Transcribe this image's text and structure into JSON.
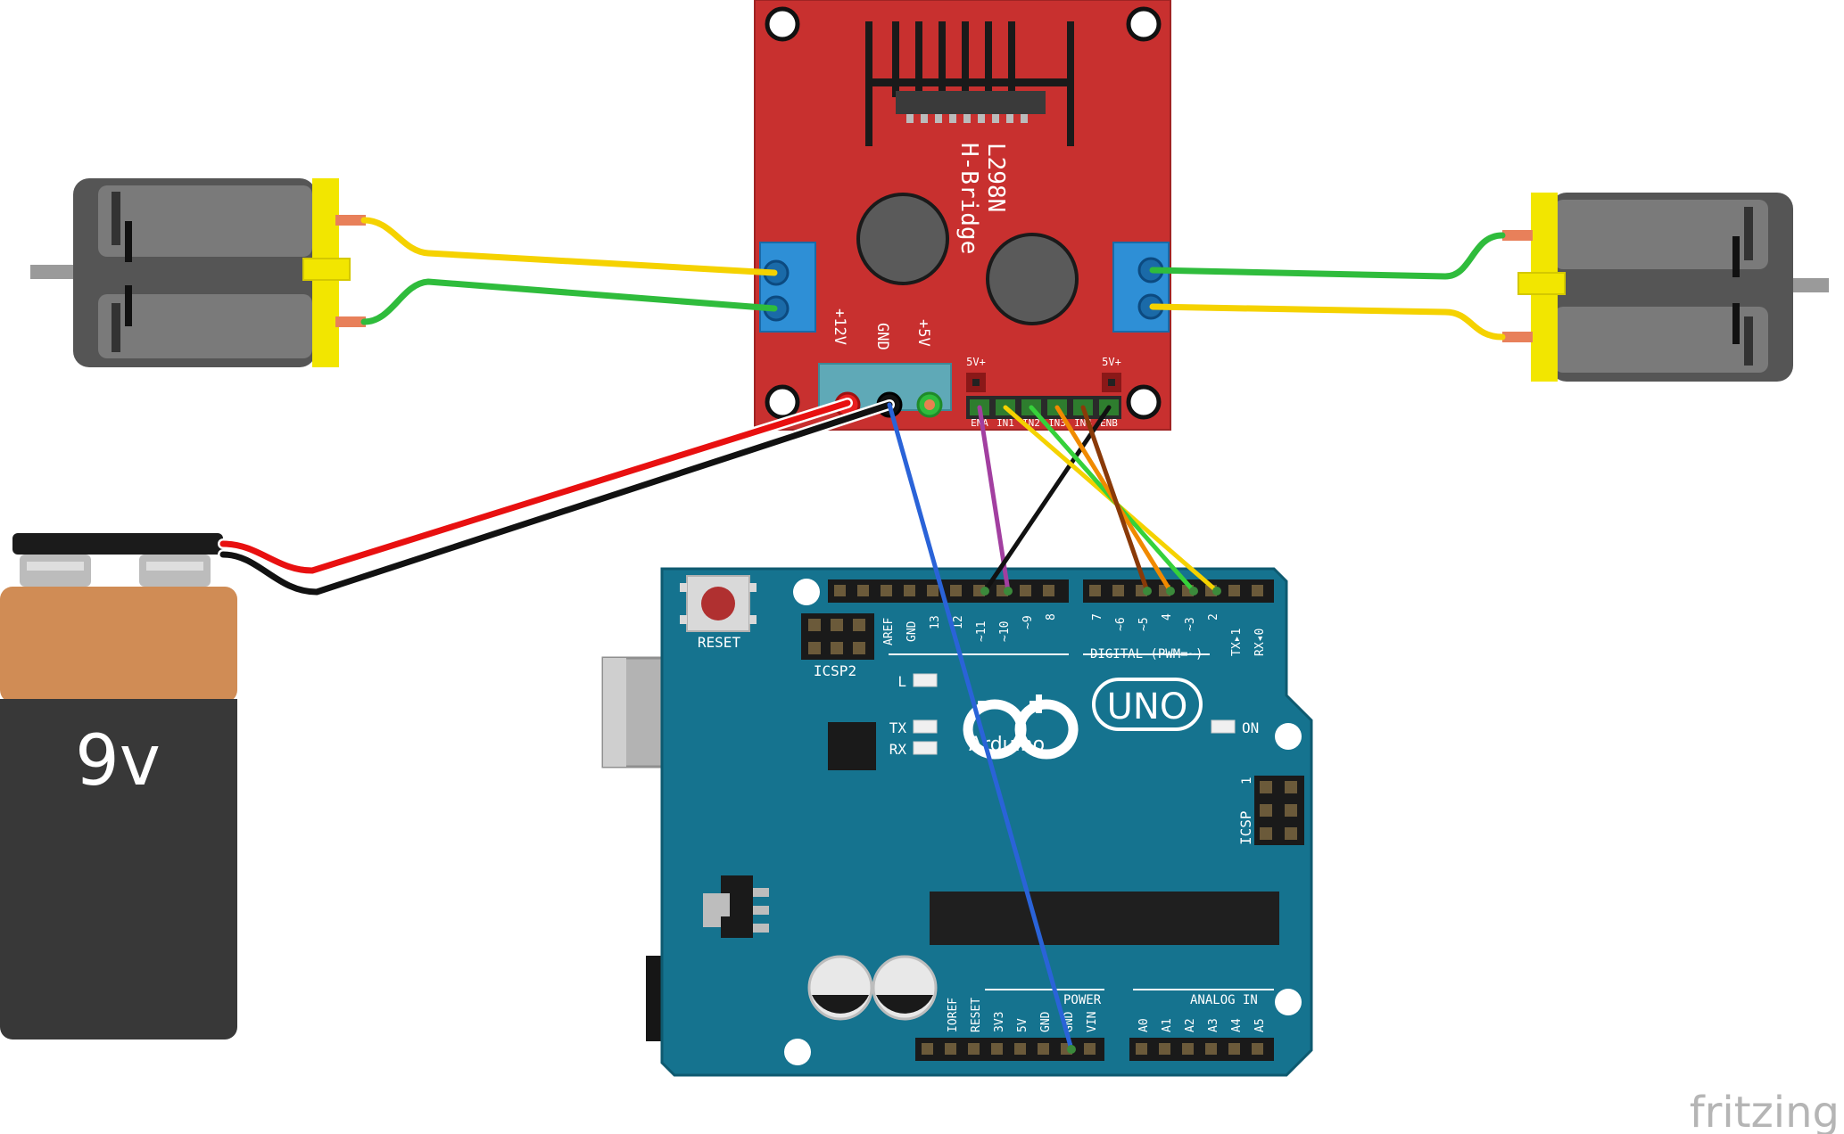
{
  "hbridge": {
    "title": "L298N",
    "subtitle": "H-Bridge",
    "power_labels": [
      "+12V",
      "GND",
      "+5V"
    ],
    "jumper_labels": [
      "5V+",
      "5V+"
    ],
    "input_labels": [
      "ENA",
      "IN1",
      "IN2",
      "IN3",
      "IN4",
      "ENB"
    ]
  },
  "battery": {
    "label": "9v"
  },
  "arduino": {
    "reset_label": "RESET",
    "icsp2_label": "ICSP2",
    "icsp_label": "ICSP",
    "icsp_pin1": "1",
    "logo_text": "Arduino",
    "model": "UNO",
    "led_l": "L",
    "led_tx": "TX",
    "led_rx": "RX",
    "led_on": "ON",
    "digital_label": "DIGITAL (PWM=~)",
    "digital_pins": [
      "AREF",
      "GND",
      "13",
      "12",
      "~11",
      "~10",
      "~9",
      "8",
      "7",
      "~6",
      "~5",
      "4",
      "~3",
      "2",
      "TX▸1",
      "RX◂0"
    ],
    "power_label": "POWER",
    "power_pins": [
      "IOREF",
      "RESET",
      "3V3",
      "5V",
      "GND",
      "GND",
      "VIN"
    ],
    "analog_label": "ANALOG IN",
    "analog_pins": [
      "A0",
      "A1",
      "A2",
      "A3",
      "A4",
      "A5"
    ]
  },
  "watermark": "fritzing",
  "colors": {
    "board_red": "#c8302f",
    "arduino_teal": "#15738f",
    "motor_yellow": "#f2e600",
    "wire_red": "#e81010",
    "wire_black": "#111111",
    "wire_yellow": "#f5d200",
    "wire_green": "#2fbc3c",
    "wire_blue": "#2a63d8",
    "wire_purple": "#a23fa0",
    "wire_orange": "#f08a00",
    "wire_brown": "#8a3a08",
    "wire_lime": "#36d13a"
  }
}
